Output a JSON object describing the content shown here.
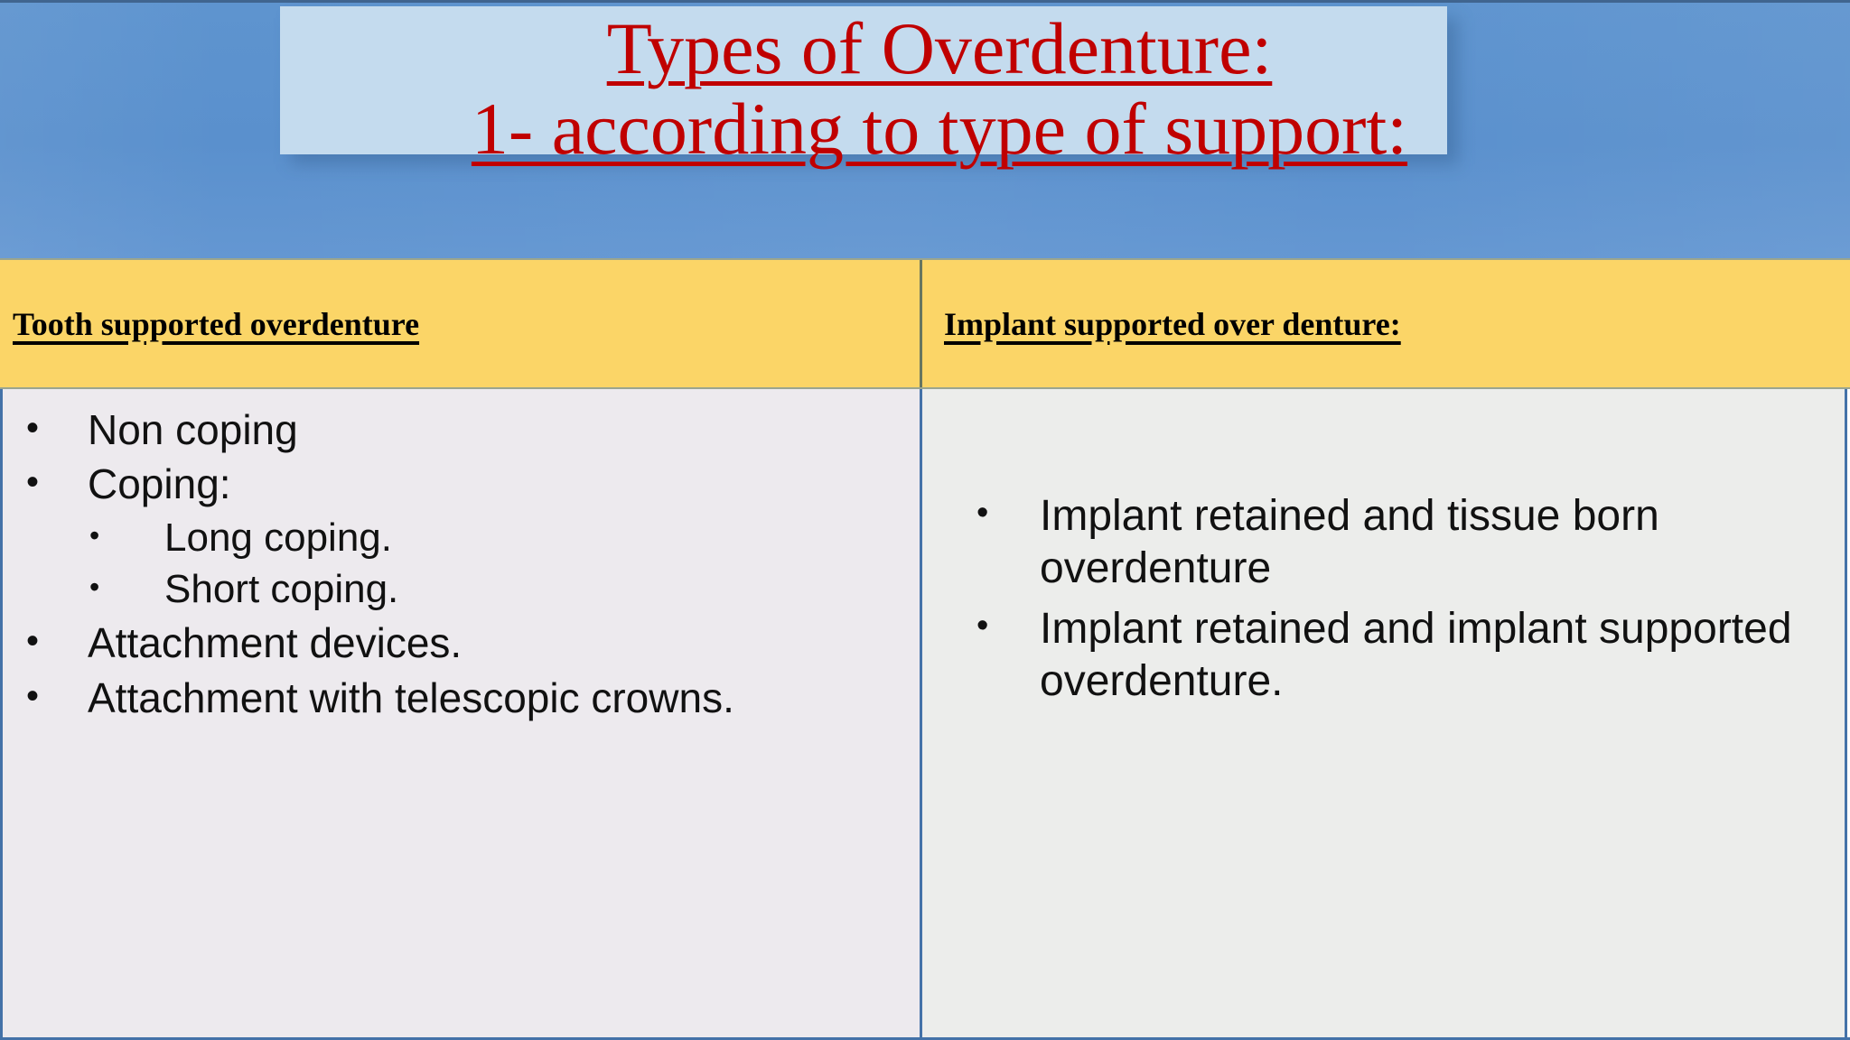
{
  "slide": {
    "background_color": "#ffffff",
    "banner_color": "#5a90cd",
    "title_plate_color": "#c4dbee",
    "title_color": "#c00000",
    "header_row_color": "#fbd567",
    "left_body_color": "#edeaee",
    "right_body_color": "#ecedeb",
    "table_border_color": "#4472a8"
  },
  "title": {
    "line1": "Types of Overdenture:",
    "line2": "1- according to type of support:"
  },
  "table": {
    "headers": [
      "Tooth supported overdenture",
      "Implant supported over denture:"
    ],
    "left_column": {
      "items": [
        {
          "text": "Non coping",
          "level": 1,
          "bullet": "•"
        },
        {
          "text": "Coping:",
          "level": 1,
          "bullet": "•"
        },
        {
          "text": "Long coping.",
          "level": 2,
          "bullet": "•"
        },
        {
          "text": "Short coping.",
          "level": 2,
          "bullet": "•"
        },
        {
          "text": "Attachment devices.",
          "level": 1,
          "bullet": "•"
        },
        {
          "text": "Attachment with telescopic crowns.",
          "level": 1,
          "bullet": "•"
        }
      ]
    },
    "right_column": {
      "items": [
        {
          "text": "Implant retained and tissue born overdenture",
          "level": 1,
          "bullet": "•"
        },
        {
          "text": "Implant retained and implant supported overdenture.",
          "level": 1,
          "bullet": "•"
        }
      ]
    }
  }
}
